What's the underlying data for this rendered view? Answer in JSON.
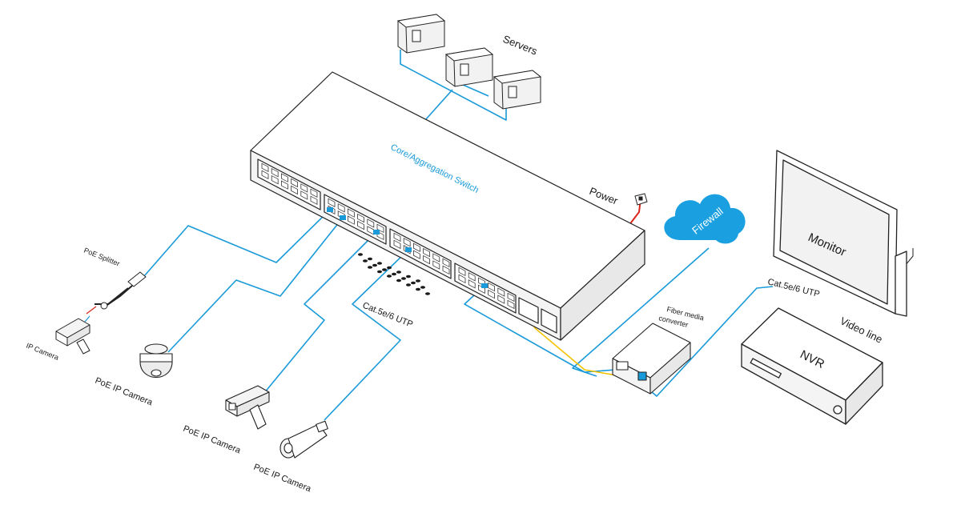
{
  "labels": {
    "servers": "Servers",
    "switch": "Core/Aggregation Switch",
    "power": "Power",
    "firewall": "Firewall",
    "monitor": "Monitor",
    "fiber_converter_line1": "Fiber media",
    "fiber_converter_line2": "converter",
    "cat_utp_right": "Cat.5e/6 UTP",
    "video_line": "Video line",
    "nvr": "NVR",
    "poe_splitter": "PoE Splitter",
    "ip_camera": "IP Camera",
    "poe_ip_camera_1": "PoE IP Camera",
    "poe_ip_camera_2": "PoE IP Camera",
    "poe_ip_camera_3": "PoE IP Camera",
    "cat_utp_left": "Cat.5e/6 UTP"
  },
  "colors": {
    "ethernet": "#1a9ad9",
    "fiber": "#f2c200",
    "power": "#d9241b",
    "outline": "#222222",
    "firewall": "#1aa0e0",
    "label_blue": "#1a9ad9"
  }
}
